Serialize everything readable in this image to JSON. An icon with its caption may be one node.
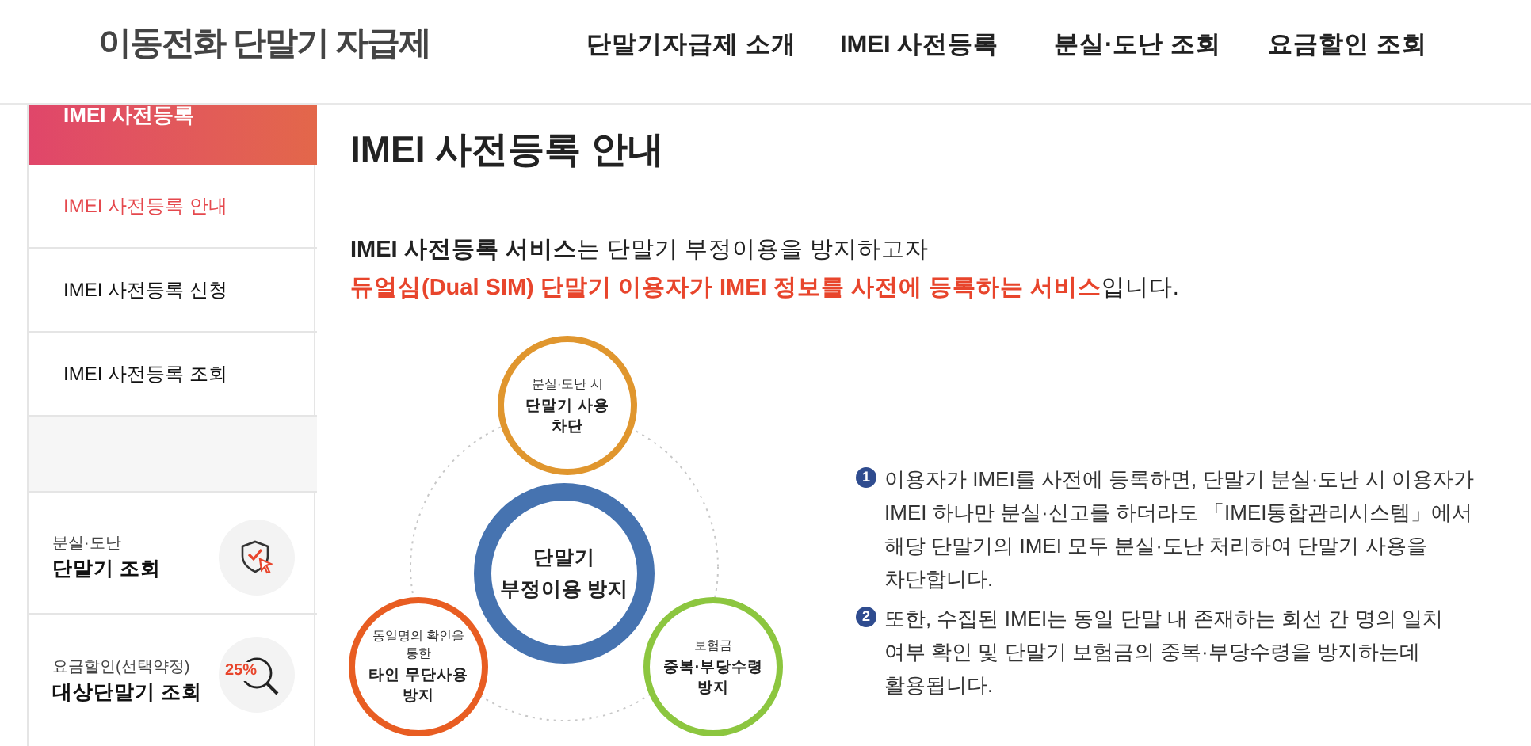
{
  "diagram": {
    "title": "IMEI 사전등록 안내",
    "nodes": [
      {
        "text": [
          "분실·도난 시",
          "단말기 사용 차단"
        ]
      },
      {
        "text": [
          "단말기 부정이용 방지"
        ]
      },
      {
        "text": [
          "동일명의 확인을 통한",
          "타인 무단사용 방지"
        ]
      },
      {
        "text": [
          "보험금",
          "중복·부당수령 방지"
        ]
      }
    ],
    "labels": [
      "이동전화 단말기 자급제",
      "단말기자급제 소개",
      "IMEI 사전등록",
      "분실·도난 조회",
      "요금할인 조회",
      "IMEI 사전등록",
      "IMEI 사전등록 안내",
      "IMEI 사전등록 신청",
      "IMEI 사전등록 조회",
      "분실·도난",
      "단말기 조회",
      "요금할인(선택약정)",
      "대상단말기 조회",
      "25%",
      "**IMEI 사전등록 서비스**는 단말기 부정이용을 방지하고자",
      "듀얼심(Dual SIM) 단말기 이용자가 IMEI 정보를 사전에 등록하는 서비스",
      "입니다.",
      "1",
      "이용자가 IMEI를 사전에 등록하면, 단말기 분실·도난 시 이용자가 IMEI 하나만 분실·신고를 하더라도 「IMEI통합관리시스템」에서 해당 단말기의 IMEI 모두 분실·도난 처리하여 단말기 사용을 차단합니다.",
      "2",
      "또한, 수집된 IMEI는 동일 단말 내 존재하는 회선 간 명의 일치 여부 확인 및 단말기 보험금의 중복·부당수령을 방지하는데 활용됩니다."
    ]
  }
}
